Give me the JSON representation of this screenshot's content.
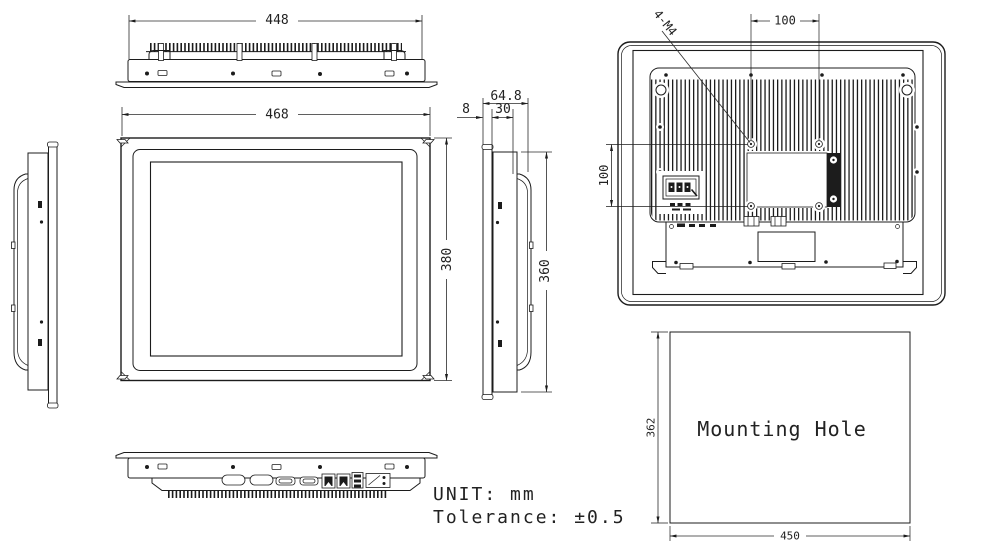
{
  "colors": {
    "line": "#1c1c1c",
    "text": "#222222",
    "background": "#ffffff"
  },
  "views": {
    "top": {
      "width": "448"
    },
    "front": {
      "width": "468",
      "height": "380"
    },
    "side": {
      "depth": "64.8",
      "bezel": "8",
      "front_depth": "30",
      "height": "360"
    },
    "rear": {
      "vesa_horizontal": "100",
      "vesa_vertical": "100",
      "thread_callout": "4-M4"
    },
    "mounting": {
      "label": "Mounting Hole",
      "height": "362",
      "width": "450"
    }
  },
  "notes": {
    "unit": "UNIT: mm",
    "tolerance": "Tolerance: ±0.5"
  }
}
